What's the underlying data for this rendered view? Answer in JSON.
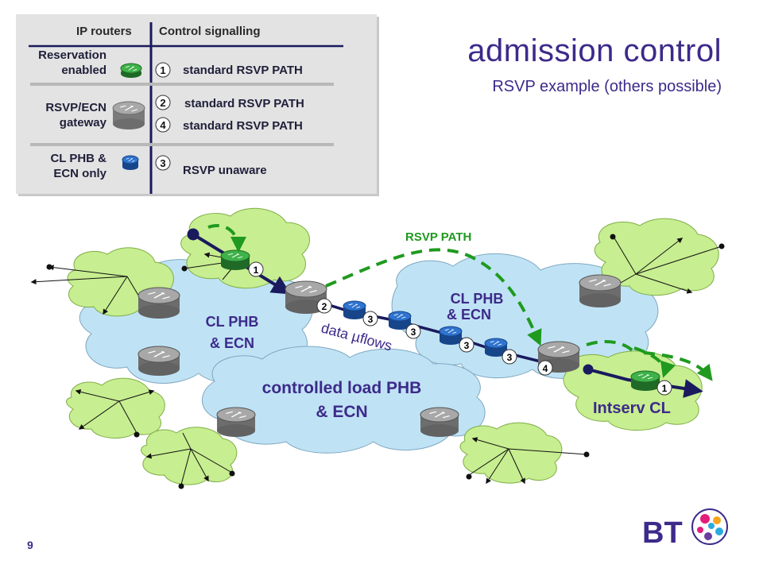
{
  "slide": {
    "title": "admission control",
    "subtitle": "RSVP example (others possible)",
    "page_number": "9"
  },
  "legend": {
    "col_routers": "IP routers",
    "col_signalling": "Control signalling",
    "rows": [
      {
        "label": "Reservation enabled",
        "lines": [
          "Reservation",
          "enabled"
        ],
        "router_color": "#2e9a3a",
        "steps": [
          {
            "num": "1",
            "text": "standard RSVP PATH"
          }
        ]
      },
      {
        "label": "RSVP/ECN gateway",
        "lines": [
          "RSVP/ECN",
          "gateway"
        ],
        "router_color": "#8f8f8f",
        "steps": [
          {
            "num": "2",
            "text": "standard RSVP PATH"
          },
          {
            "num": "4",
            "text": "standard RSVP PATH"
          }
        ]
      },
      {
        "label": "CL PHB & ECN only",
        "lines": [
          "CL PHB &",
          "ECN only"
        ],
        "router_color": "#1f5fb5",
        "steps": [
          {
            "num": "3",
            "text": "RSVP unaware"
          }
        ]
      }
    ]
  },
  "diagram": {
    "rsvp_path_label": "RSVP PATH",
    "data_flows_label": "data µflows",
    "cloud_left_label": [
      "CL PHB",
      "& ECN"
    ],
    "cloud_right_label": [
      "CL PHB",
      "& ECN"
    ],
    "cloud_bottom_label": [
      "controlled load PHB",
      "& ECN"
    ],
    "intserv_label": "Intserv CL",
    "badges": {
      "ingress_host": "1",
      "ingress_gateway": "2",
      "core_a": "3",
      "core_b": "3",
      "core_c": "3",
      "core_d": "3",
      "egress_gateway": "4",
      "egress_host": "1"
    },
    "colors": {
      "core_cloud": "#bfe3f5",
      "edge_cloud": "#c7ee90",
      "path_dash": "#1f9a1f",
      "data_flow": "#1a1a5e",
      "router_grey": "#8f8f8f",
      "router_green": "#2e9a3a",
      "router_blue": "#1f5fb5",
      "title": "#3d2a8a"
    }
  },
  "logo": {
    "text": "BT"
  }
}
